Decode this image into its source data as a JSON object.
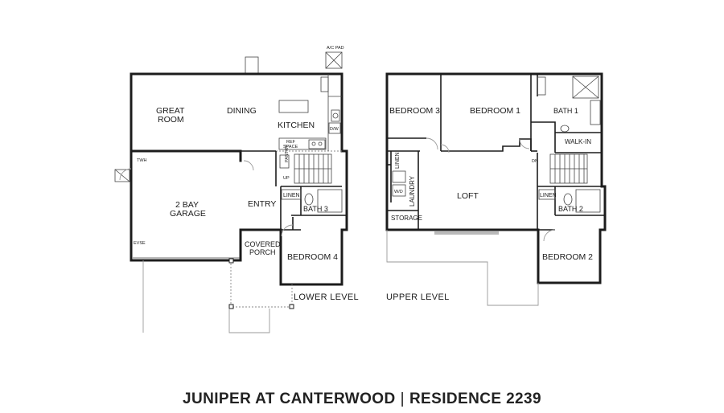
{
  "title": {
    "community": "JUNIPER AT CANTERWOOD",
    "separator": "|",
    "residence": "RESIDENCE 2239"
  },
  "lower_level": {
    "label": "LOWER LEVEL",
    "rooms": {
      "great_room_1": "GREAT",
      "great_room_2": "ROOM",
      "dining": "DINING",
      "kitchen": "KITCHEN",
      "garage_1": "2 BAY",
      "garage_2": "GARAGE",
      "entry": "ENTRY",
      "covered_porch_1": "COVERED",
      "covered_porch_2": "PORCH",
      "bedroom_4": "BEDROOM 4",
      "bath_3": "BATH 3",
      "linen": "LINEN"
    },
    "callouts": {
      "ac_pad": "A/C PAD",
      "pantry": "PANTRY",
      "dw": "D/W",
      "ref": "REF",
      "space": "SPACE",
      "up": "UP",
      "twh": "TWH",
      "evse": "EVSE"
    }
  },
  "upper_level": {
    "label": "UPPER LEVEL",
    "rooms": {
      "bedroom_3": "BEDROOM 3",
      "bedroom_1": "BEDROOM 1",
      "bath_1": "BATH 1",
      "walk_in": "WALK-IN",
      "loft": "LOFT",
      "laundry": "LAUNDRY",
      "storage": "STORAGE",
      "linen": "LINEN",
      "bath_2": "BATH 2",
      "bedroom_2": "BEDROOM 2",
      "linen_2": "LINEN"
    },
    "callouts": {
      "dn": "DN",
      "washer_dryer": "W/D"
    }
  }
}
